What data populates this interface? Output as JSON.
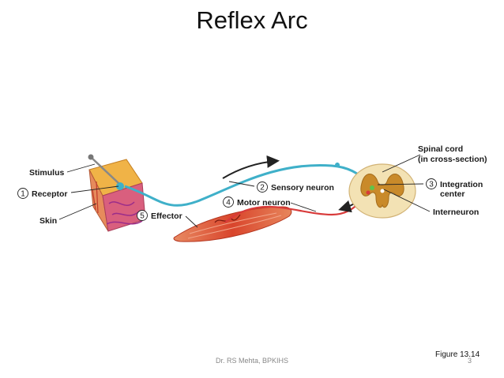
{
  "title": "Reflex Arc",
  "labels": {
    "stimulus": "Stimulus",
    "receptor": "Receptor",
    "skin": "Skin",
    "effector": "Effector",
    "sensory_neuron": "Sensory neuron",
    "motor_neuron": "Motor neuron",
    "spinal_cord_1": "Spinal cord",
    "spinal_cord_2": "(in cross-section)",
    "integration_1": "Integration",
    "integration_2": "center",
    "interneuron": "Interneuron"
  },
  "numbers": {
    "receptor": "1",
    "sensory": "2",
    "integration": "3",
    "motor": "4",
    "effector": "5"
  },
  "footer": {
    "author": "Dr. RS Mehta, BPKIHS",
    "page": "3",
    "figure": "Figure 13.14"
  },
  "colors": {
    "sensory": "#3fb0c9",
    "motor": "#d83a3a",
    "muscle": "#e05a3c",
    "skin": "#e6a23a",
    "spinal_gray": "#c98a2a",
    "spinal_white": "#f3e2b4"
  }
}
